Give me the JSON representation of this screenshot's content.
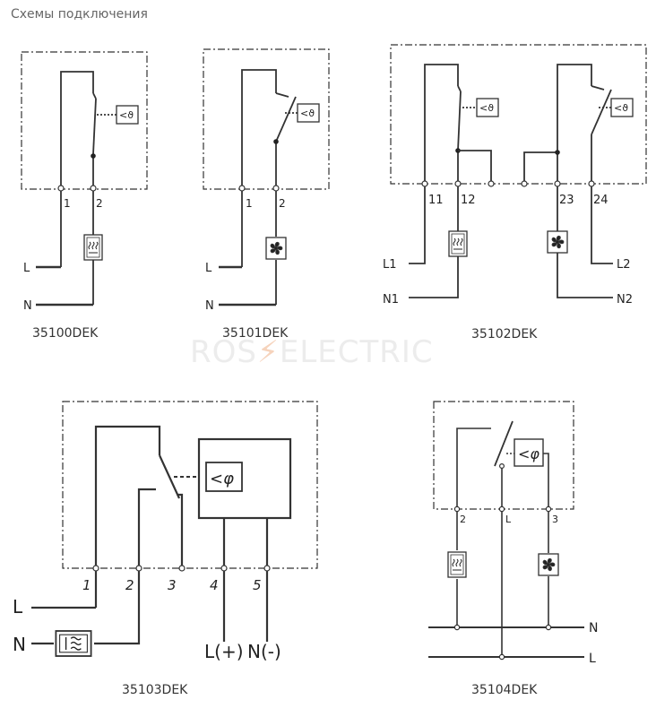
{
  "header": {
    "title": "Схемы подключения"
  },
  "watermark": {
    "left": "ROS",
    "bolt": "⚡",
    "right": "ELECTRIC"
  },
  "diagrams": [
    {
      "model": "35100DEK",
      "terminals": [
        "1",
        "2"
      ],
      "lines": [
        "L",
        "N"
      ]
    },
    {
      "model": "35101DEK",
      "terminals": [
        "1",
        "2"
      ],
      "lines": [
        "L",
        "N"
      ]
    },
    {
      "model": "35102DEK",
      "terminals": [
        "11",
        "12",
        "23",
        "24"
      ],
      "lines": [
        "L1",
        "N1",
        "L2",
        "N2"
      ]
    },
    {
      "model": "35103DEK",
      "terminals": [
        "1",
        "2",
        "3",
        "4",
        "5"
      ],
      "lines": [
        "L",
        "N"
      ],
      "outputs": [
        "L(+)",
        "N(-)"
      ]
    },
    {
      "model": "35104DEK",
      "terminals": [
        "2",
        "L",
        "3"
      ],
      "lines": [
        "N",
        "L"
      ]
    }
  ],
  "symbols": {
    "temperature": "<ϑ",
    "humidity": "<φ"
  }
}
